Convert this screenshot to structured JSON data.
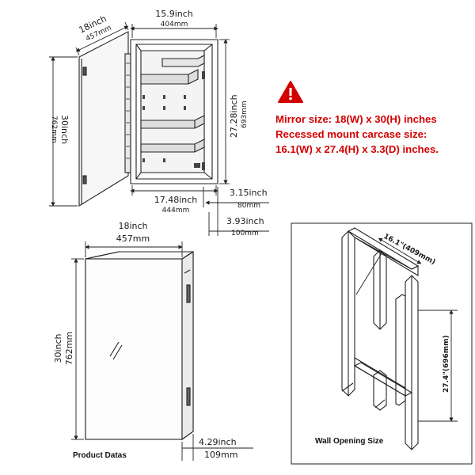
{
  "warning_icon": "exclamation-triangle-icon",
  "colors": {
    "note_red": "#d40000",
    "line": "#222222"
  },
  "notes": {
    "mirror_size": "Mirror size: 18(W) x 30(H) inches",
    "carcase_label": "Recessed mount carcase size:",
    "carcase_size": "16.1(W) x 27.4(H) x 3.3(D) inches."
  },
  "open_view": {
    "door_width_in": "18inch",
    "door_width_mm": "457mm",
    "cabinet_width_in": "15.9inch",
    "cabinet_width_mm": "404mm",
    "door_height_in": "30inch",
    "door_height_mm": "762mm",
    "inner_height_in": "27.28inch",
    "inner_height_mm": "693mm",
    "outer_width_in": "17.48inch",
    "outer_width_mm": "444mm",
    "depth1_in": "3.15inch",
    "depth1_mm": "80mm",
    "depth2_in": "3.93inch",
    "depth2_mm": "100mm"
  },
  "closed_view": {
    "width_in": "18inch",
    "width_mm": "457mm",
    "height_in": "30inch",
    "height_mm": "762mm",
    "depth_in": "4.29inch",
    "depth_mm": "109mm",
    "caption": "Product Datas"
  },
  "wall_opening": {
    "width_label": "16.1\"(409mm)",
    "height_label": "27.4\"(696mm)",
    "caption": "Wall  Opening  Size"
  }
}
